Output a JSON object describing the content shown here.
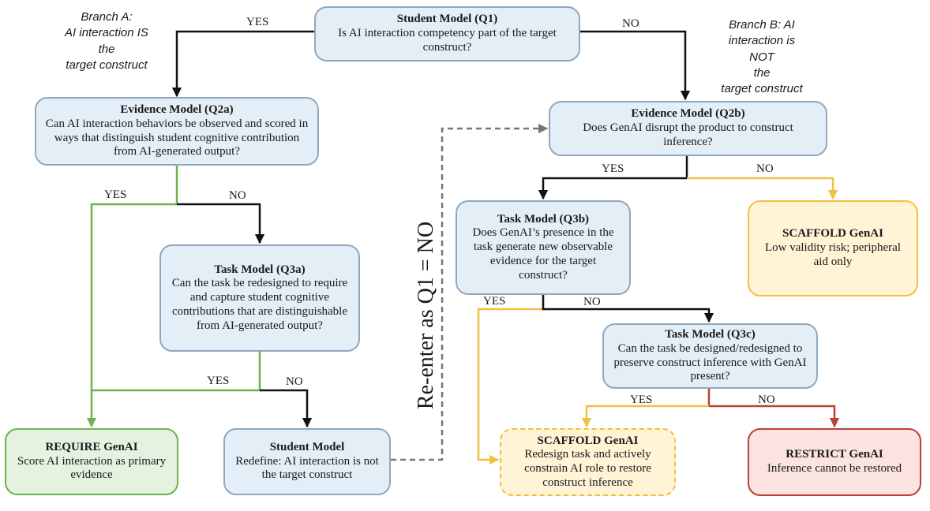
{
  "nodes": {
    "q1": {
      "title": "Student Model (Q1)",
      "body": "Is AI interaction competency part of the target construct?"
    },
    "q2a": {
      "title": "Evidence Model (Q2a)",
      "body": "Can AI interaction behaviors be observed and scored in ways that distinguish student cognitive contribution from AI-generated output?"
    },
    "q3a": {
      "title": "Task Model (Q3a)",
      "body": "Can the task be redesigned to require and capture student cognitive contributions that are distinguishable from AI-generated output?"
    },
    "require": {
      "title": "REQUIRE GenAI",
      "body": "Score AI interaction as primary evidence"
    },
    "redefine": {
      "title": "Student Model",
      "body": "Redefine: AI interaction is not the target construct"
    },
    "q2b": {
      "title": "Evidence Model (Q2b)",
      "body": "Does GenAI disrupt the product to construct inference?"
    },
    "q3b": {
      "title": "Task Model (Q3b)",
      "body": "Does GenAI’s presence in the task generate new observable evidence for the target construct?"
    },
    "scaffold1": {
      "title": "SCAFFOLD GenAI",
      "body": "Low validity risk; peripheral aid only"
    },
    "q3c": {
      "title": "Task Model (Q3c)",
      "body": "Can the task be designed/redesigned to preserve construct inference with GenAI present?"
    },
    "scaffold2": {
      "title": "SCAFFOLD GenAI",
      "body": "Redesign task and actively constrain AI role to restore construct inference"
    },
    "restrict": {
      "title": "RESTRICT GenAI",
      "body": "Inference cannot be restored"
    }
  },
  "branches": {
    "a": [
      "Branch A:",
      "AI interaction IS",
      "the",
      "target construct"
    ],
    "b": [
      "Branch B: AI",
      "interaction is",
      "NOT",
      "the",
      "target construct"
    ]
  },
  "edge_labels": {
    "q1_yes": "YES",
    "q1_no": "NO",
    "q2a_yes": "YES",
    "q2a_no": "NO",
    "q3a_yes": "YES",
    "q3a_no": "NO",
    "q2b_yes": "YES",
    "q2b_no": "NO",
    "q3b_yes": "YES",
    "q3b_no": "NO",
    "q3c_yes": "YES",
    "q3c_no": "NO"
  },
  "reenter_label": "Re-enter as Q1 = NO",
  "colors": {
    "black": "#111111",
    "green": "#6db24d",
    "yellow": "#f0c044",
    "red": "#b84236",
    "gray": "#777777"
  }
}
